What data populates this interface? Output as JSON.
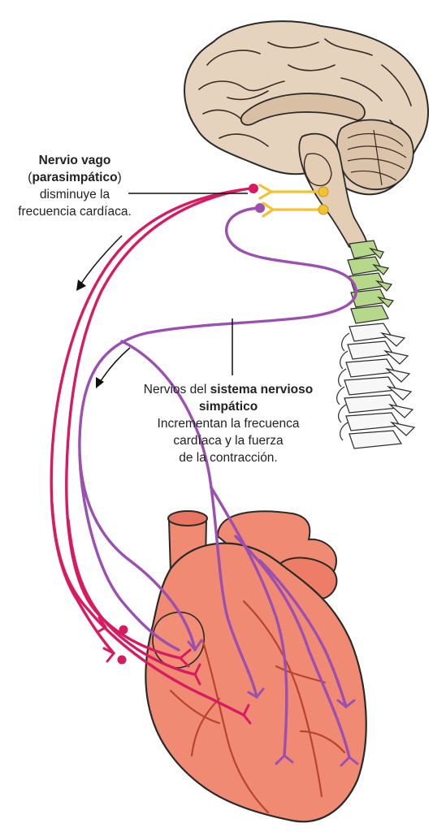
{
  "vagus": {
    "title": "Nervio vago",
    "open_paren": "(",
    "type": "parasimpático",
    "close_paren": ")",
    "line1": "disminuye la",
    "line2": "frecuencia cardíaca."
  },
  "sympathetic": {
    "prefix": "Nervios del ",
    "bold1": "sistema nervioso",
    "bold2": "simpático",
    "line3": "Incrementan la frecuenca",
    "line4": "cardíaca y la fuerza",
    "line5": "de la contracción."
  },
  "colors": {
    "parasympathetic": "#d81b60",
    "sympathetic": "#9b4fb0",
    "heart": "#f08a72",
    "brain": "#e6d3be",
    "cervical_spine": "#b5d88a",
    "synapse": "#f2c230"
  }
}
